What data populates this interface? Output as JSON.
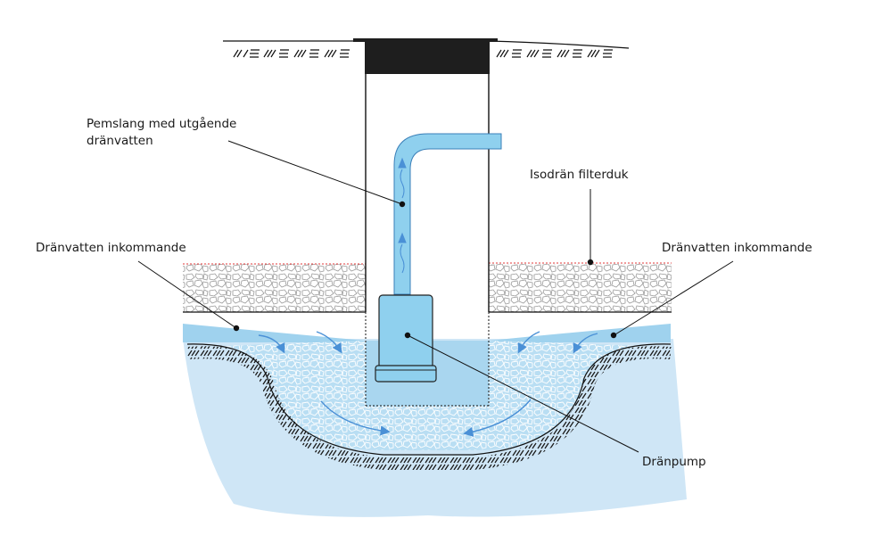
{
  "labels": {
    "hose_line1": "Pemslang med utgående",
    "hose_line2": "dränvatten",
    "filter": "Isodrän filterduk",
    "inflow_left": "Dränvatten inkommande",
    "inflow_right": "Dränvatten inkommande",
    "pump": "Dränpump"
  },
  "colors": {
    "water_light": "#cfe6f6",
    "water_mid": "#a9d6ef",
    "hose": "#8fd0ee",
    "arrow": "#4a90d6",
    "filter_line": "#e03a3a",
    "lid": "#1e1e1e",
    "ink": "#111111"
  }
}
